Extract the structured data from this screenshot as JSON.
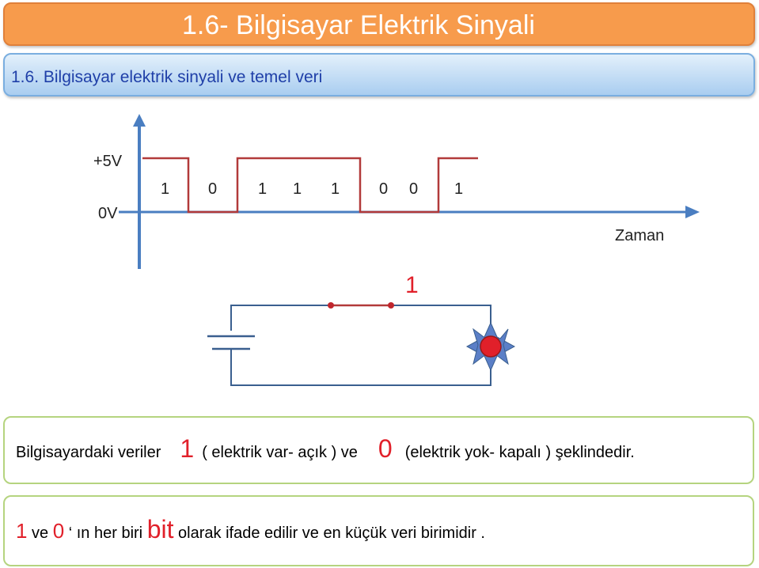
{
  "title": "1.6- Bilgisayar Elektrik Sinyali",
  "subtitle": "1.6. Bilgisayar  elektrik sinyali ve temel veri",
  "signal": {
    "high_label": "+5V",
    "low_label": "0V",
    "axis_label": "Zaman",
    "bits": [
      "1",
      "0",
      "1",
      "1",
      "1",
      "0",
      "0",
      "1"
    ]
  },
  "circuit": {
    "switch_label": "1"
  },
  "box1": {
    "prefix": "Bilgisayardaki veriler",
    "one": "1",
    "one_text": "( elektrik var- açık )  ve",
    "zero": "0",
    "zero_text": "(elektrik yok- kapalı )  şeklindedir."
  },
  "box2": {
    "one": "1",
    "ve": "ve",
    "zero": "0",
    "middle": "‘ ın her biri",
    "bit": "bit",
    "rest": "olarak ifade edilir ve en küçük veri birimidir ."
  },
  "colors": {
    "title_bg": "#f79b4c",
    "subtitle_bg": "#a9cdf0",
    "axis": "#4a7ec1",
    "signal": "#b23a3a",
    "accent_red": "#e1202a",
    "box_border": "#b5d47f"
  }
}
